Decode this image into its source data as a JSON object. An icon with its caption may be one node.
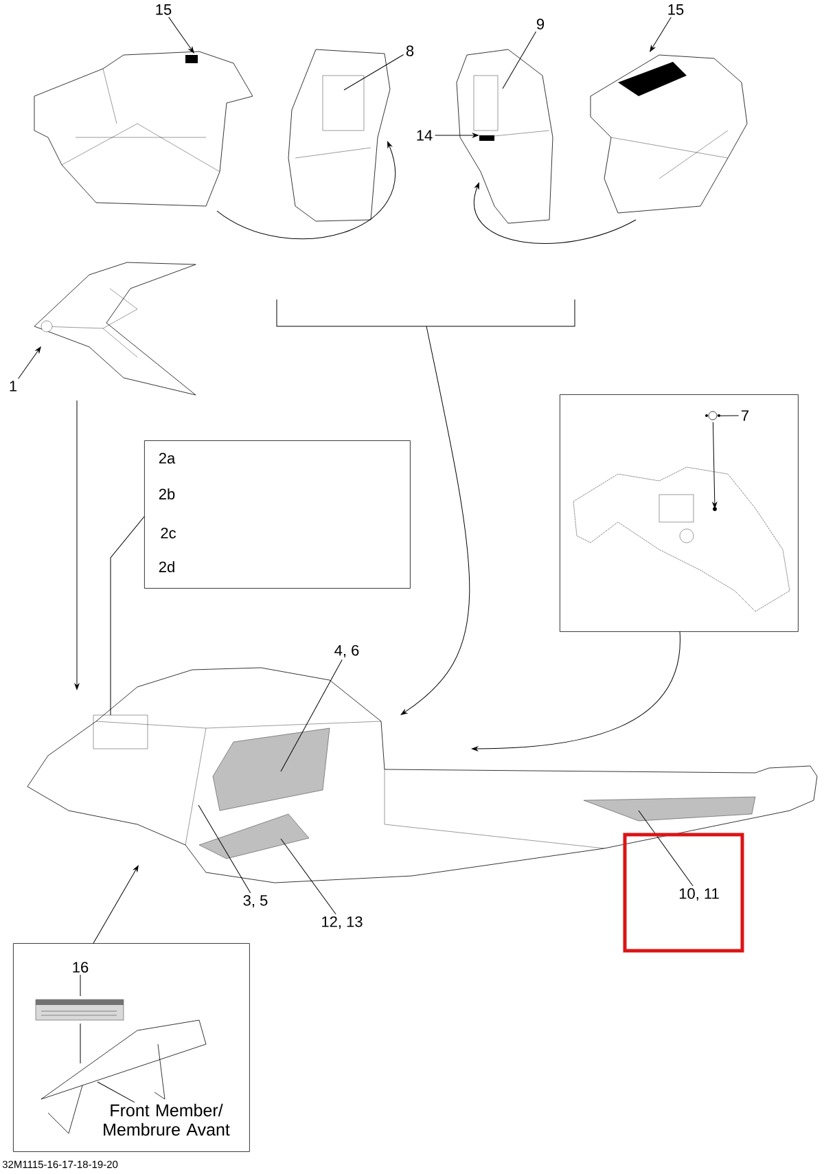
{
  "diagram": {
    "nodes": [
      {
        "text": [],
        "shape": "picture"
      },
      {
        "text": [],
        "shape": "picture"
      },
      {
        "text": [],
        "shape": "picture"
      },
      {
        "text": [],
        "shape": "picture"
      },
      {
        "text": [],
        "shape": "picture"
      },
      {
        "text": [
          "2a",
          "2b",
          "2c",
          "2d"
        ]
      },
      {
        "text": [],
        "shape": "box"
      },
      {
        "text": [
          "7"
        ],
        "in": 6
      },
      {
        "text": [],
        "shape": "picture"
      },
      {
        "text": [],
        "shape": "box"
      },
      {
        "text": [],
        "shape": "picture",
        "in": 9
      },
      {
        "text": [
          "Front Member/ Membrure Avant"
        ],
        "in": 9
      },
      {
        "text": [
          "16"
        ],
        "in": 9
      },
      {
        "text": [
          "15"
        ]
      },
      {
        "text": [
          "8"
        ]
      },
      {
        "text": [
          "9"
        ]
      },
      {
        "text": [
          "14"
        ]
      },
      {
        "text": [
          "15"
        ]
      },
      {
        "text": [
          "1"
        ]
      },
      {
        "text": [
          "4, 6"
        ]
      },
      {
        "text": [
          "3, 5"
        ]
      },
      {
        "text": [
          "12, 13"
        ]
      },
      {
        "text": [
          "10, 11"
        ]
      },
      {
        "text": [],
        "shape": "picture",
        "in": 6
      },
      {
        "text": [],
        "shape": "picture",
        "in": 6
      },
      {
        "text": [],
        "shape": "bracket"
      }
    ],
    "edges": [
      {
        "from": 0,
        "to": 1,
        "arrow": "to"
      },
      {
        "from": 3,
        "to": 2,
        "arrow": "to"
      },
      {
        "from": 25,
        "to": 8,
        "arrow": "to"
      },
      {
        "from": 4,
        "to": 8,
        "arrow": "to"
      },
      {
        "from": 5,
        "to": 8,
        "arrow": "none"
      },
      {
        "from": 6,
        "to": 8,
        "arrow": "to"
      },
      {
        "from": 9,
        "to": 8,
        "arrow": "to"
      },
      {
        "from": 13,
        "to": 0,
        "arrow": "to"
      },
      {
        "from": 14,
        "to": 1,
        "arrow": "none"
      },
      {
        "from": 15,
        "to": 2,
        "arrow": "none"
      },
      {
        "from": 16,
        "to": 2,
        "arrow": "to"
      },
      {
        "from": 17,
        "to": 3,
        "arrow": "to"
      },
      {
        "from": 18,
        "to": 4,
        "arrow": "to"
      },
      {
        "from": 7,
        "to": 23,
        "arrow": "none"
      },
      {
        "from": 23,
        "to": 24,
        "arrow": "to"
      },
      {
        "from": 19,
        "to": 8,
        "arrow": "none"
      },
      {
        "from": 20,
        "to": 8,
        "arrow": "none"
      },
      {
        "from": 21,
        "to": 8,
        "arrow": "none"
      },
      {
        "from": 22,
        "to": 8,
        "arrow": "none"
      },
      {
        "from": 12,
        "to": 10,
        "arrow": "none"
      },
      {
        "from": 11,
        "to": 10,
        "arrow": "none"
      }
    ],
    "labels": [
      "32M1115-16-17-18-19-20"
    ]
  }
}
